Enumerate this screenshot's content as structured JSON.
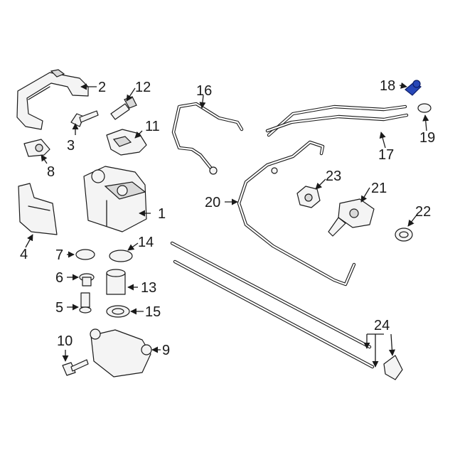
{
  "diagram": {
    "callouts": [
      "1",
      "2",
      "3",
      "4",
      "5",
      "6",
      "7",
      "8",
      "9",
      "10",
      "11",
      "12",
      "13",
      "14",
      "15",
      "16",
      "17",
      "18",
      "19",
      "20",
      "21",
      "22",
      "23",
      "24"
    ],
    "highlight_color": "#2747b8",
    "highlighted_part": "18"
  }
}
